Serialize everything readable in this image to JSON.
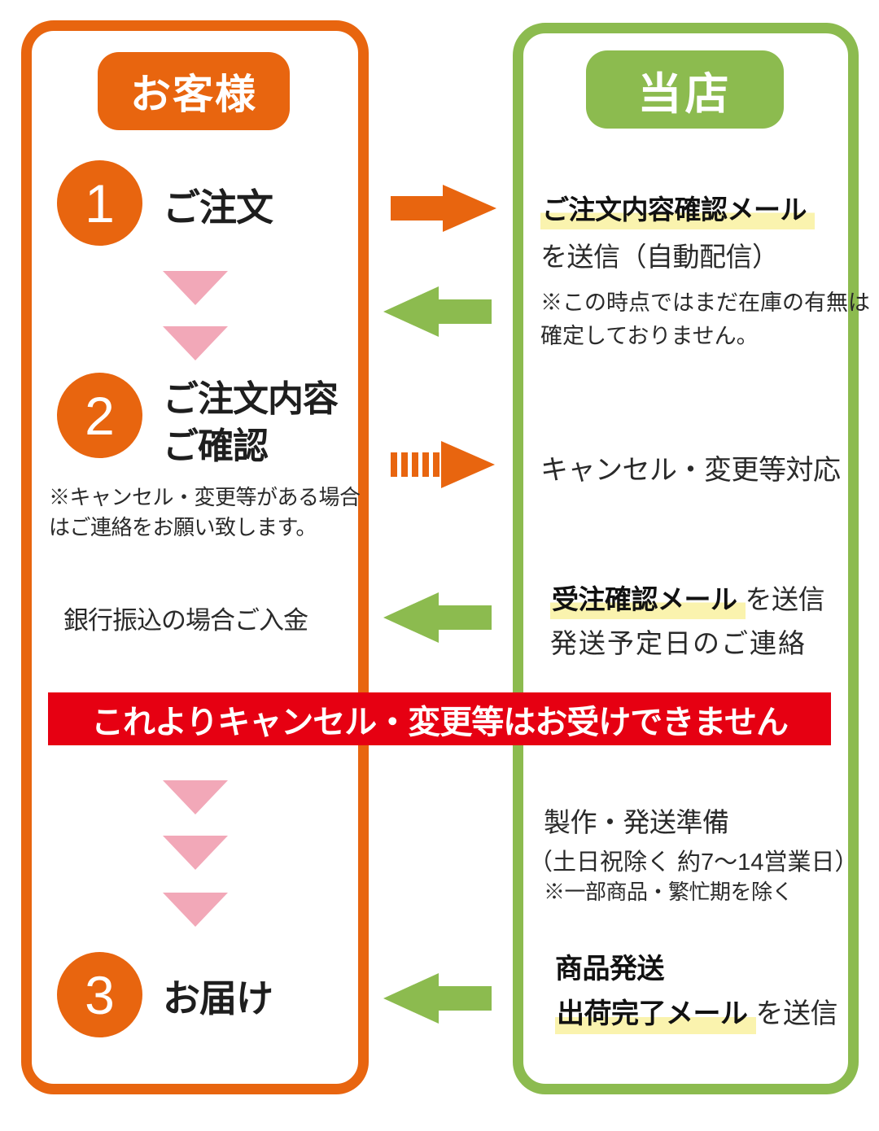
{
  "colors": {
    "orange": "#E8650F",
    "green": "#8CBB4F",
    "pink": "#F2A8B8",
    "red": "#E60012",
    "highlight_yellow": "#FAF3AE",
    "text": "#1E1E1E"
  },
  "customer": {
    "header": "お客様",
    "step1": {
      "number": "1",
      "label": "ご注文"
    },
    "step2": {
      "number": "2",
      "label_line1": "ご注文内容",
      "label_line2": "ご確認",
      "note_line1": "※キャンセル・変更等がある場合",
      "note_line2": "はご連絡をお願い致します。"
    },
    "payment_note": "銀行振込の場合ご入金",
    "step3": {
      "number": "3",
      "label": "お届け"
    }
  },
  "shop": {
    "header": "当店",
    "order_mail": {
      "highlighted": "ご注文内容確認メール",
      "rest": "を送信（自動配信）",
      "note_line1": "※この時点ではまだ在庫の有無は",
      "note_line2": "確定しておりません。"
    },
    "cancel_support": "キャンセル・変更等対応",
    "confirm_mail": {
      "highlighted": "受注確認メール",
      "suffix": "を送信",
      "line2": "発送予定日のご連絡"
    },
    "production": {
      "line1": "製作・発送準備",
      "line2": "（土日祝除く 約7〜14営業日）",
      "line3": "※一部商品・繁忙期を除く"
    },
    "shipping": {
      "line1": "商品発送",
      "highlighted": "出荷完了メール",
      "suffix": "を送信"
    }
  },
  "banner": {
    "text": "これよりキャンセル・変更等はお受けできません"
  }
}
